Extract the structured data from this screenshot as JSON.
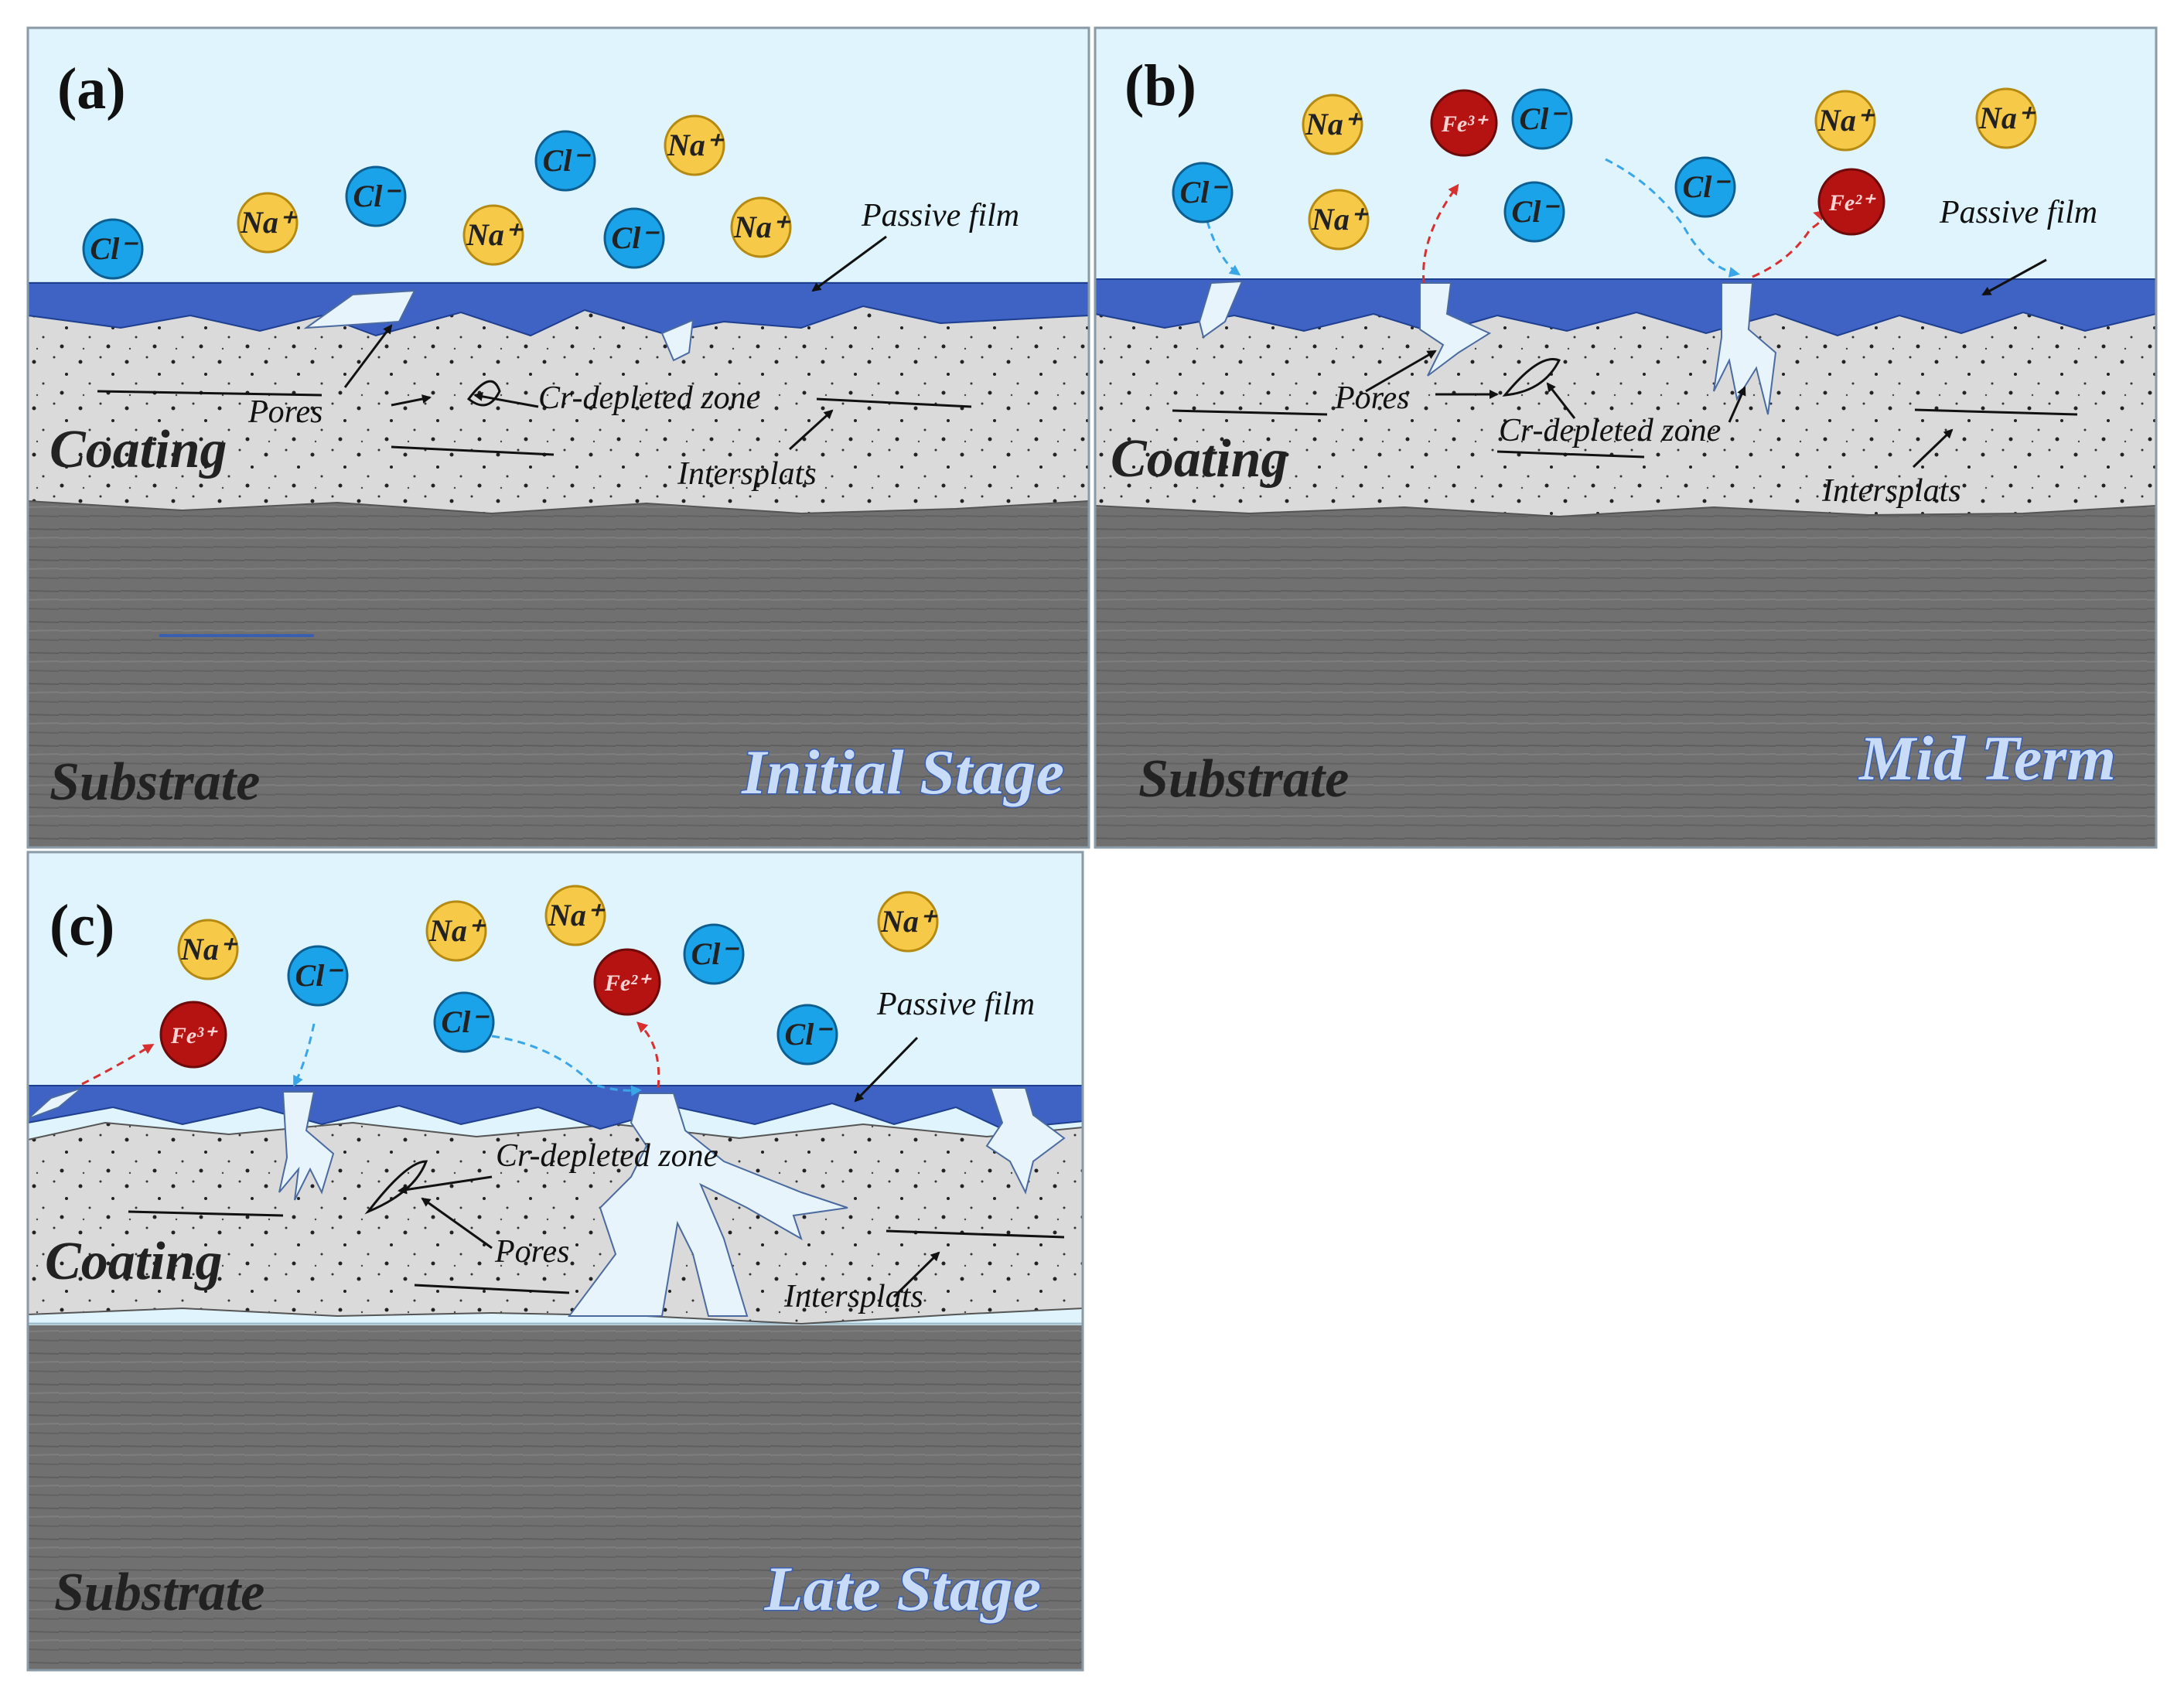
{
  "panels": [
    {
      "id": "a",
      "label": "(a)",
      "stage": "Initial Stage",
      "labels": {
        "coating": "Coating",
        "substrate": "Substrate",
        "passive_film": "Passive film",
        "pores": "Pores",
        "cr_depleted": "Cr-depleted zone",
        "intersplats": "Intersplats"
      }
    },
    {
      "id": "b",
      "label": "(b)",
      "stage": "Mid Term",
      "labels": {
        "coating": "Coating",
        "substrate": "Substrate",
        "passive_film": "Passive film",
        "pores": "Pores",
        "cr_depleted": "Cr-depleted zone",
        "intersplats": "Intersplats"
      }
    },
    {
      "id": "c",
      "label": "(c)",
      "stage": "Late Stage",
      "labels": {
        "coating": "Coating",
        "substrate": "Substrate",
        "passive_film": "Passive film",
        "pores": "Pores",
        "cr_depleted": "Cr-depleted zone",
        "intersplats": "Intersplats"
      }
    }
  ],
  "ions": {
    "cl": "Cl⁻",
    "na": "Na⁺",
    "fe3": "Fe³⁺",
    "fe2": "Fe²⁺"
  },
  "colors": {
    "electrolyte": "#dff4fc",
    "passive_film": "#3f63c4",
    "coating": "#d9d9d9",
    "substrate": "#6e6e6e",
    "cl_ion": "#1aa3e8",
    "na_ion": "#f7c948",
    "fe_ion": "#b51212",
    "arrow_cl": "#3aa6e8",
    "arrow_fe": "#d83030"
  }
}
